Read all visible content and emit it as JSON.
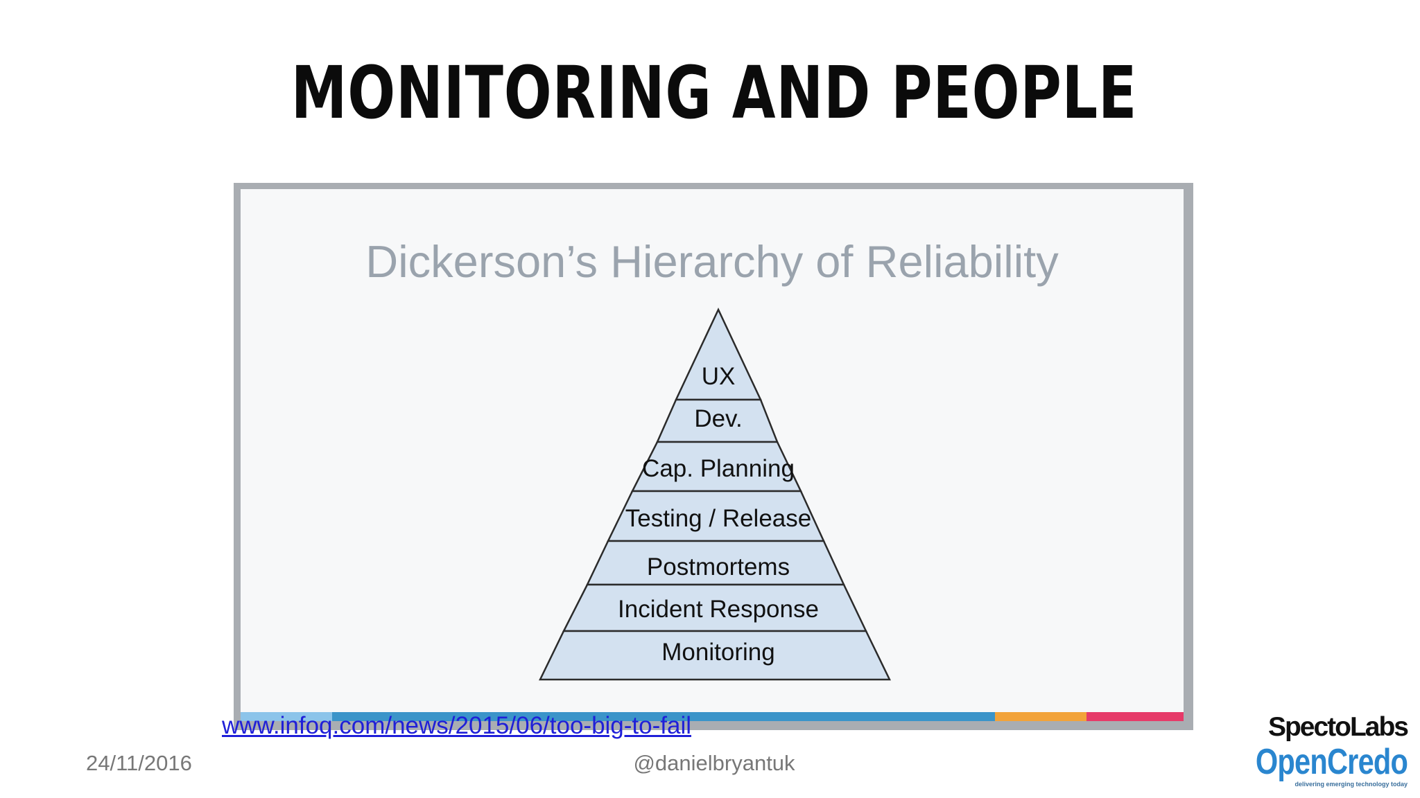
{
  "slide": {
    "title": "MONITORING AND PEOPLE"
  },
  "figure": {
    "heading": "Dickerson’s Hierarchy of Reliability",
    "layers_top_to_bottom": [
      "UX",
      "Dev.",
      "Cap. Planning",
      "Testing / Release",
      "Postmortems",
      "Incident Response",
      "Monitoring"
    ],
    "fill_color": "#d3e1f0",
    "stroke_color": "#2b2b2b",
    "color_bar": [
      "#8cc4ea",
      "#3b94c9",
      "#f2a33a",
      "#e63a69"
    ]
  },
  "source_link": "www.infoq.com/news/2015/06/too-big-to-fail",
  "footer": {
    "date": "24/11/2016",
    "handle": "@danielbryantuk"
  },
  "logos": {
    "spectolabs": "SpectoLabs",
    "opencredo": "OpenCredo",
    "tagline": "delivering emerging technology today"
  }
}
